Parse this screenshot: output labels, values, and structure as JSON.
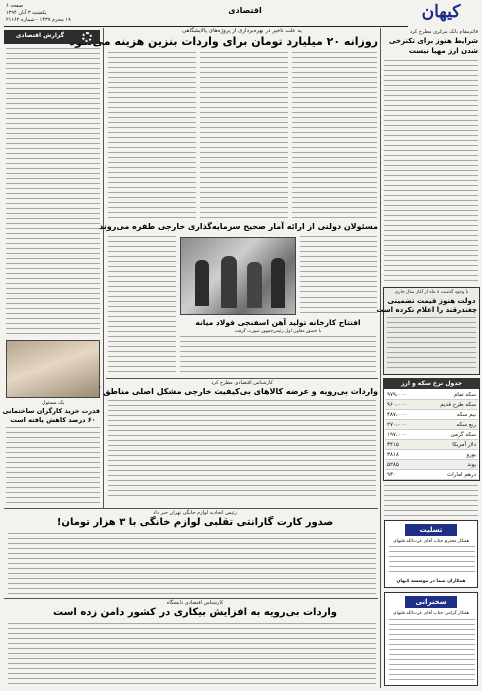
{
  "header": {
    "logo": "کیهان",
    "section": "اقتصادی",
    "page": "صفحه ۶",
    "date": "یکشنبه ۳ آبان ۱۳۹۴",
    "date2": "۱۹ محرم ۱۴۳۷ - شماره ۲۱۱۶۲"
  },
  "main": {
    "kicker": "به علت تاخیر در بهره‌برداری از پروژه‌های پالایشگاهی",
    "headline": "روزانه ۲۰ میلیارد تومان برای واردات بنزین هزینه می‌شود"
  },
  "right_col": {
    "kicker": "قائم‌مقام بانک مرکزی مطرح کرد",
    "headline": "شرایط هنوز برای تکنرخی شدن ارز مهیا نیست",
    "box_kicker": "با وجود گذشت ۸ ماه از آغاز سال جاری",
    "box_headline_1": "دولت هنوز قیمت تضمینی",
    "box_headline_2": "چغندرقند را اعلام نکرده است"
  },
  "coin_table": {
    "title": "جدول نرخ سکه و ارز",
    "rows": [
      [
        "سکه تمام",
        "۹۷۹،۰۰۰"
      ],
      [
        "سکه طرح قدیم",
        "۹۶۰،۰۰۰"
      ],
      [
        "نیم سکه",
        "۴۸۷،۰۰۰"
      ],
      [
        "ربع سکه",
        "۲۷۰،۰۰۰"
      ],
      [
        "سکه گرمی",
        "۱۹۷،۰۰۰"
      ],
      [
        "دلار آمریکا",
        "۳۴۱۵"
      ],
      [
        "یورو",
        "۳۸۱۸"
      ],
      [
        "پوند",
        "۵۲۸۵"
      ],
      [
        "درهم امارات",
        "۹۳۰"
      ]
    ]
  },
  "mid": {
    "headline": "مسئولان دولتی از ارائه آمار صحیح سرمایه‌گذاری خارجی طفره می‌روند",
    "photo_headline": "افتتاح کارخانه تولید آهن اسفنجی فولاد میانه",
    "photo_caption": "با حضور معاون اول رئیس‌جمهور صورت گرفت",
    "kicker2": "کارشناس اقتصادی مطرح کرد",
    "headline2": "واردات بی‌رویه و عرضه کالاهای بی‌کیفیت خارجی مشکل اصلی مناطق آزاد",
    "kicker3": "رئیس اتحادیه لوازم خانگی تهران خبر داد",
    "headline3": "صدور کارت گارانتی تقلبی لوازم خانگی با ۳ هزار تومان!",
    "kicker4": "کارشناس اقتصادی دانشگاه",
    "headline4": "واردات بی‌رویه به افزایش بیکاری در کشور دامن زده است"
  },
  "left_col": {
    "band_title": "گزارش اقتصادی",
    "kicker": "یک مسئول",
    "headline_1": "قدرت خرید کارگران ساختمانی",
    "headline_2": "۶۰ درصد کاهش یافته است"
  },
  "notices": {
    "condolence_title": "تسلیت",
    "condolence_text": "همکار محترم جناب آقای عزت‌الله قلیهای",
    "condolence_name": "همکاران شما در موسسه کیهان",
    "thanks_title": "سخنرانی",
    "thanks_text": "همکار گرامی جناب آقای عزت‌الله قلیهای"
  }
}
